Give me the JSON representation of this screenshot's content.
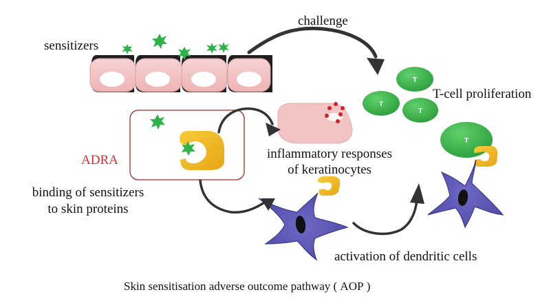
{
  "diagram": {
    "caption": "Skin sensitisation adverse outcome pathway ( AOP )",
    "labels": {
      "sensitizers": "sensitizers",
      "challenge": "challenge",
      "t_cell_proliferation": "T-cell proliferation",
      "adra": "ADRA",
      "inflammatory_responses": "inflammatory responses\nof keratinocytes",
      "binding": "binding of sensitizers\nto skin proteins",
      "activation": "activation of dendritic cells"
    },
    "t_cell_letter": "T",
    "colors": {
      "adra_text": "#d0302f",
      "adra_box": "#a02a2a",
      "keratinocyte_fill": "#f4c5c5",
      "sensitizer_green": "#2fb24a",
      "t_cell_green": "#3bb84a",
      "protein_yellow": "#f2b81f",
      "dendritic_purple": "#5a55b3",
      "arrow_gray": "#333333",
      "red_dot": "#d61f26"
    },
    "icons": [
      "sensitizer-star-icon",
      "keratinocyte-cell-icon",
      "t-cell-icon",
      "skin-protein-icon",
      "dendritic-cell-icon",
      "curved-arrow-icon"
    ]
  }
}
